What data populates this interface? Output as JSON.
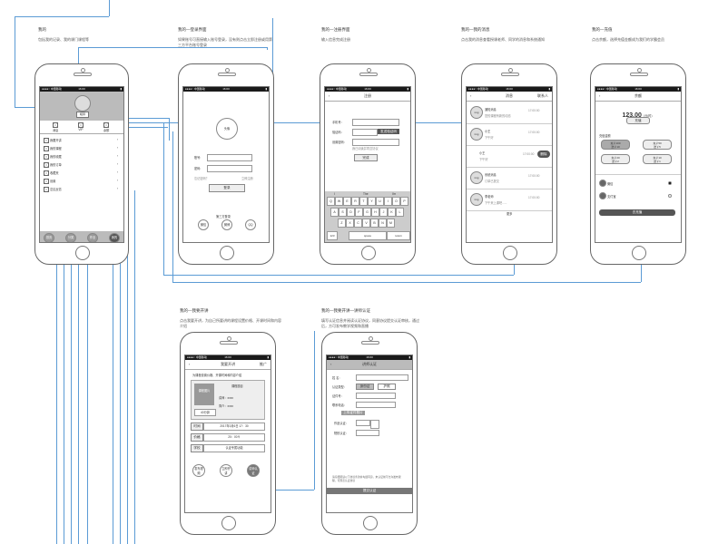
{
  "notes": {
    "mine": {
      "title": "我的",
      "desc": "包括我的记录、我的课门课程等"
    },
    "login": {
      "title": "我的—登录界面",
      "desc": "如果账号可直接输入账号登录，没有则点击立即注册或用第三方平台账号登录"
    },
    "register": {
      "title": "我的—注册界面",
      "desc": "输入信息完成注册"
    },
    "messages": {
      "title": "我的—我的消息",
      "desc": "点击我的消息查看授课老师、同学的消息和系统通知"
    },
    "recharge": {
      "title": "我的—充值",
      "desc": "点击余额，选择充值金额成为我们的学霸会员"
    },
    "publish": {
      "title": "我的—我要开讲",
      "desc": "点击我要开讲，为自己所要讲的课程设置价格、开课时间和内容介绍"
    },
    "certify": {
      "title": "我的—我要开讲—讲师认证",
      "desc": "填写认证信息并阅读认证协议，同意协议提交认证审核，通过后，方可发布教学视频和直播"
    }
  },
  "profile_screen": {
    "username": "昵称",
    "stats": [
      {
        "label": "消息"
      },
      {
        "label": "VIP"
      },
      {
        "label": "余额"
      }
    ],
    "menu": [
      "我要开讲",
      "我的课程",
      "我的收藏",
      "我的订单",
      "收藏夹",
      "设置",
      "意见反馈"
    ],
    "tabs": [
      "首页",
      "分类",
      "作业",
      "我的"
    ]
  },
  "login_screen": {
    "avatar_label": "头像",
    "account_label": "账号:",
    "password_label": "密码:",
    "forgot": "忘记密码？",
    "register": "立即注册",
    "login_btn": "登录",
    "third_party": "第三方登录",
    "providers": [
      "微信",
      "微博",
      "QQ"
    ]
  },
  "register_screen": {
    "title": "注册",
    "phone_label": "手机号：",
    "code_label": "验证码：",
    "get_code": "发送验证码",
    "password_label": "设置密码：",
    "agree": "我已阅读并同意协议",
    "done": "完成",
    "keyboard_rows": [
      [
        "Q",
        "W",
        "E",
        "R",
        "T",
        "Y",
        "U",
        "I",
        "O",
        "P"
      ],
      [
        "A",
        "S",
        "D",
        "F",
        "G",
        "H",
        "J",
        "K",
        "L"
      ],
      [
        "Z",
        "X",
        "C",
        "V",
        "B",
        "N",
        "M"
      ]
    ],
    "suggestions": [
      "I",
      "The",
      "I'm"
    ],
    "key_123": "123",
    "key_space": "space",
    "key_return": "return"
  },
  "messages_screen": {
    "title": "消息",
    "contacts": "联系人",
    "items": [
      {
        "avatar": "img",
        "name": "通知消息",
        "preview": "您的课程有新的动态",
        "time": "17:00:00"
      },
      {
        "avatar": "img",
        "name": "小王",
        "preview": "下午好",
        "time": "17:00:00"
      },
      {
        "avatar": "",
        "name": "小王",
        "preview": "下午好",
        "time": "17:00:00",
        "action": "删除"
      },
      {
        "avatar": "img",
        "name": "系统消息",
        "preview": "订单已提交",
        "time": "17:00:00"
      },
      {
        "avatar": "img",
        "name": "李老师",
        "preview": "下午来上课吧......",
        "time": "17:00:00"
      }
    ],
    "more": "更多"
  },
  "recharge_screen": {
    "title": "余额",
    "balance": "123.00",
    "balance_unit": "（元/时）",
    "recharge_btn": "充值",
    "amount_title": "充值金额",
    "options": [
      {
        "label": "充￥100",
        "sub": "送￥10"
      },
      {
        "label": "充￥50",
        "sub": "送￥5"
      },
      {
        "label": "充￥20",
        "sub": "送￥2"
      },
      {
        "label": "充￥10",
        "sub": "送￥1"
      }
    ],
    "payments": [
      "微信",
      "支付宝"
    ],
    "submit": "去充值"
  },
  "publish_screen": {
    "title": "我要开讲",
    "right": "推广",
    "subtitle": "为课程设置价格、开课时间和内容介绍",
    "image_label": "课程图片",
    "count": "40分钟",
    "course_title": "课程题目",
    "teacher": "讲师：xxxx",
    "intro": "简介：xxxx",
    "time_label": "时间",
    "time_value": "2017年3月6日 17：30",
    "price_label": "价格",
    "price_value": "20：00￥",
    "school_label": "学校",
    "school_value": "认证专属功能",
    "actions": [
      "发布视频",
      "立即开讲",
      "讲师认证"
    ]
  },
  "certify_screen": {
    "title": "讲师认证",
    "name_label": "姓 名：",
    "id_type_label": "认证类型：",
    "id_type_options": [
      "身份证",
      "护照"
    ],
    "id_num_label": "证件号：",
    "phone_label": "联系电话：",
    "upload": "上传证件照片",
    "work_label": "作品认证：",
    "school_label": "院校认证：",
    "agreement": "请仔细阅读以下协议条款并勾选同意，未认证前不允许发布课程，可预览认证协议",
    "submit": "提交认证"
  },
  "colors": {
    "connector": "#5b9bd5",
    "dot": "#2a88c9",
    "dark_button": "#555555"
  }
}
